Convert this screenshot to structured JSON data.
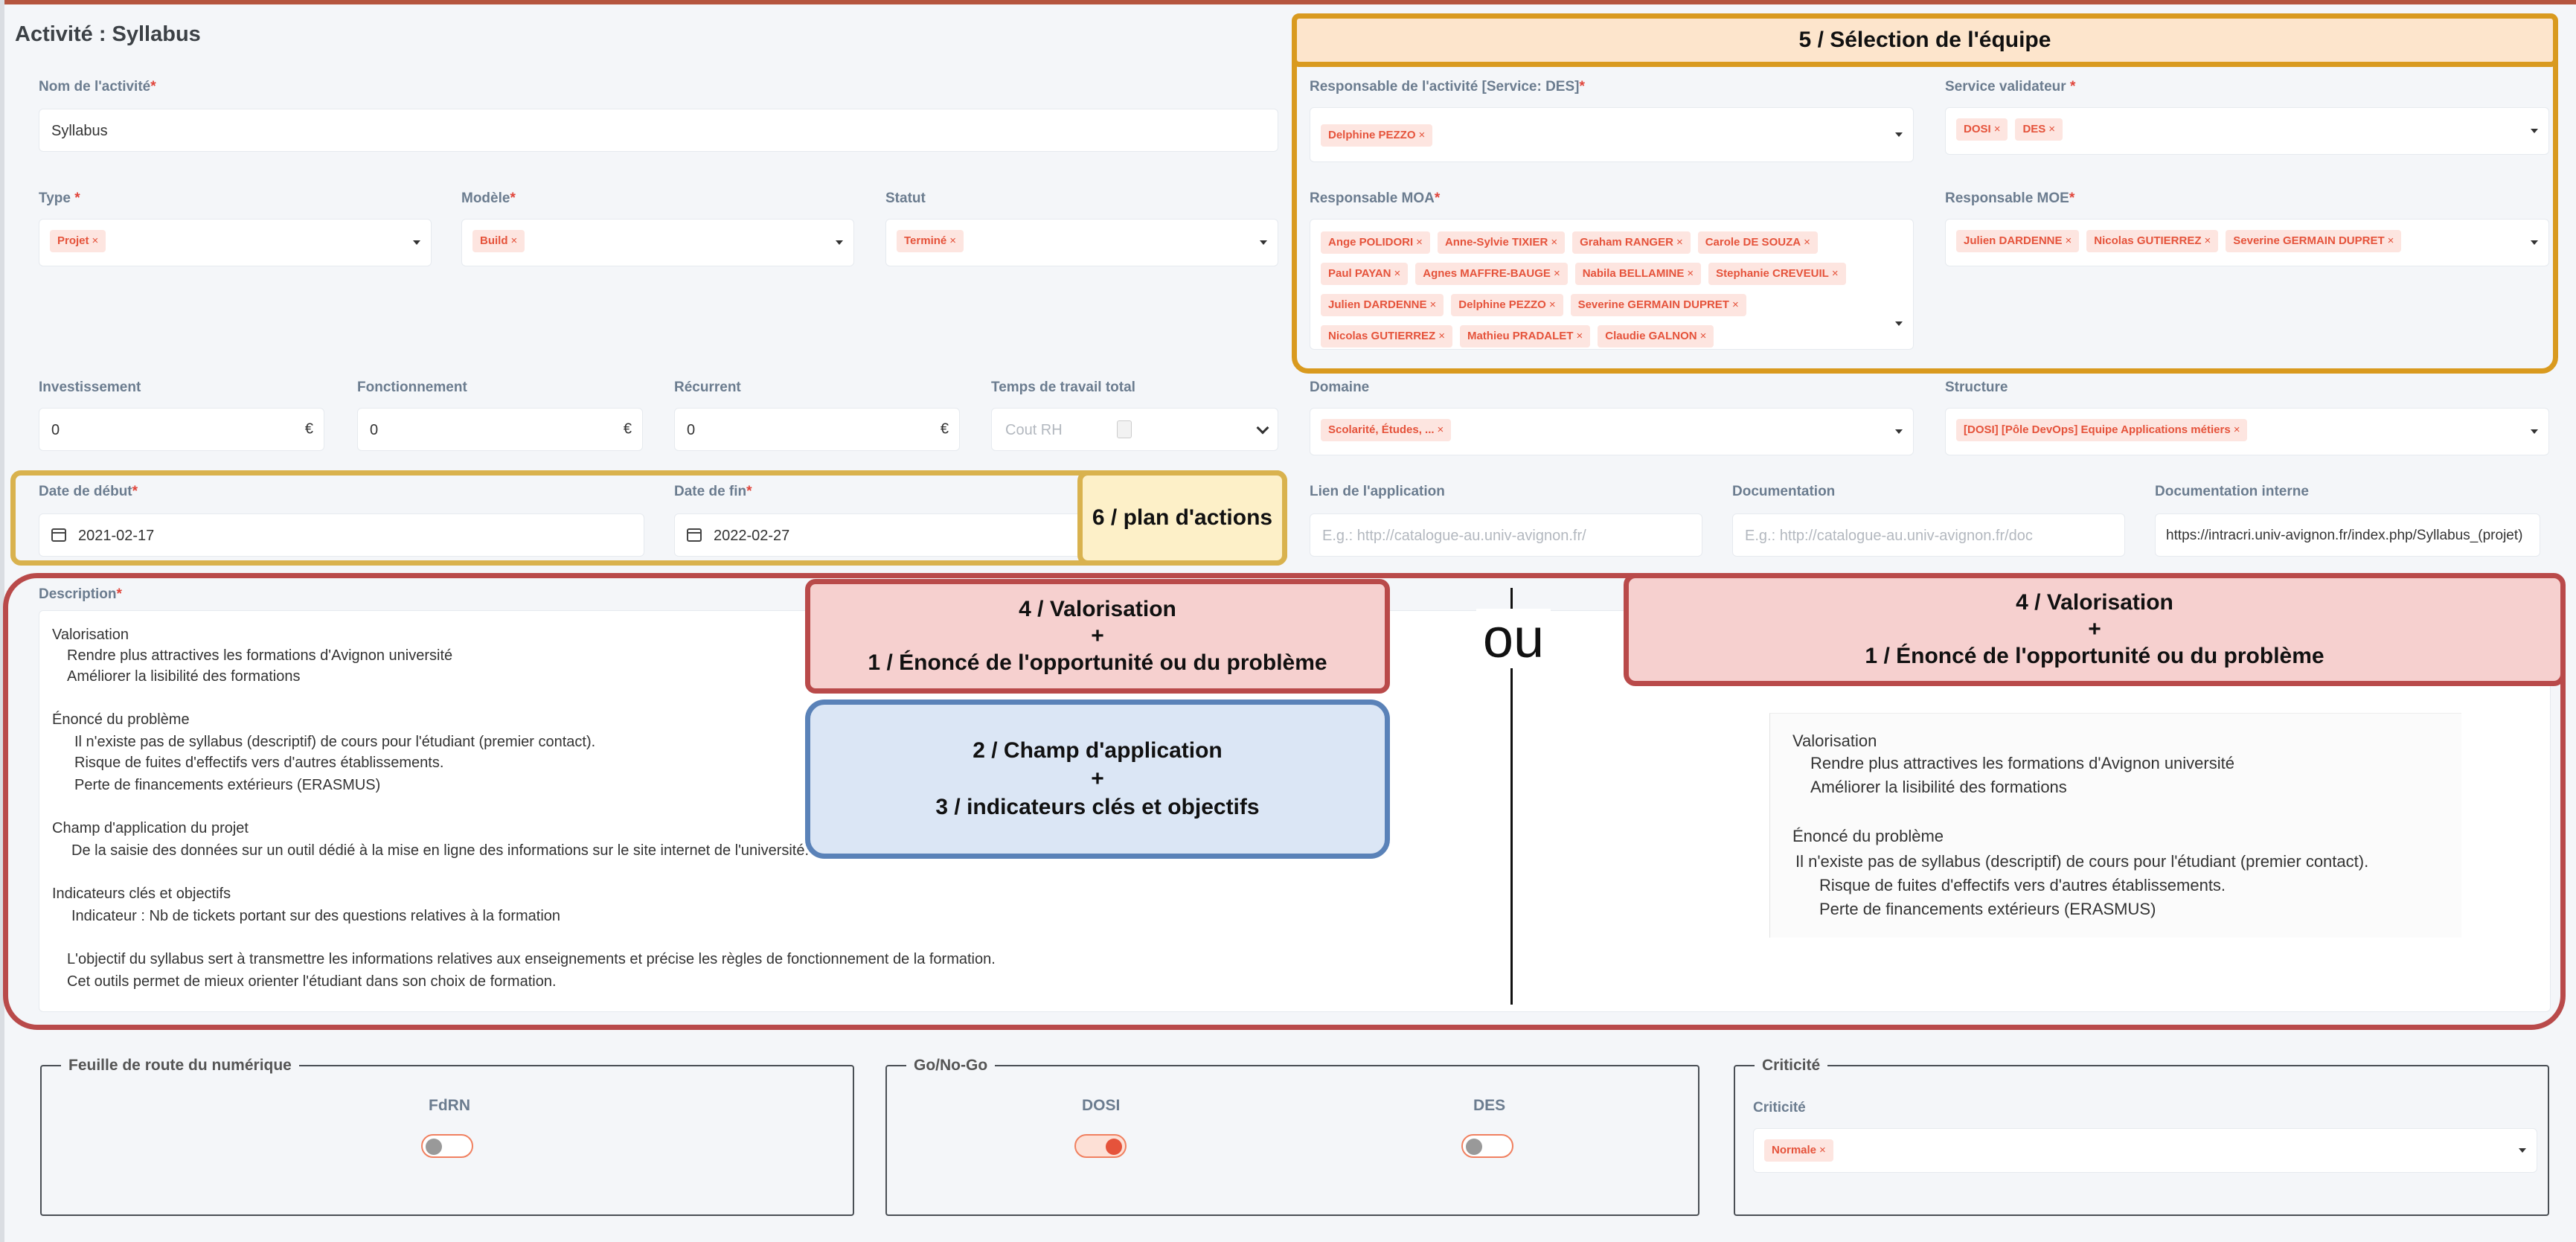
{
  "page": {
    "title": "Activité : Syllabus"
  },
  "fields": {
    "nom": {
      "label": "Nom de l'activité",
      "value": "Syllabus"
    },
    "type": {
      "label": "Type",
      "chips": [
        "Projet"
      ]
    },
    "modele": {
      "label": "Modèle",
      "chips": [
        "Build"
      ]
    },
    "statut": {
      "label": "Statut",
      "chips": [
        "Terminé"
      ]
    },
    "resp_activite": {
      "label": "Responsable de l'activité [Service: DES]",
      "chips": [
        "Delphine PEZZO"
      ]
    },
    "service_validateur": {
      "label": "Service validateur ",
      "chips": [
        "DOSI",
        "DES"
      ]
    },
    "resp_moa": {
      "label": "Responsable MOA",
      "chips": [
        "Ange POLIDORI",
        "Anne-Sylvie TIXIER",
        "Graham RANGER",
        "Carole DE SOUZA",
        "Paul PAYAN",
        "Agnes MAFFRE-BAUGE",
        "Nabila BELLAMINE",
        "Stephanie CREVEUIL",
        "Julien DARDENNE",
        "Delphine PEZZO",
        "Severine GERMAIN DUPRET",
        "Nicolas GUTIERREZ",
        "Mathieu PRADALET",
        "Claudie GALNON"
      ]
    },
    "resp_moe": {
      "label": "Responsable MOE",
      "chips": [
        "Julien DARDENNE",
        "Nicolas GUTIERREZ",
        "Severine GERMAIN DUPRET"
      ]
    },
    "investissement": {
      "label": "Investissement",
      "value": "0",
      "unit": "€"
    },
    "fonctionnement": {
      "label": "Fonctionnement",
      "value": "0",
      "unit": "€"
    },
    "recurrent": {
      "label": "Récurrent",
      "value": "0",
      "unit": "€"
    },
    "temps": {
      "label": "Temps de travail total",
      "placeholder": "Cout RH"
    },
    "domaine": {
      "label": "Domaine",
      "chips": [
        "Scolarité, Études, ..."
      ]
    },
    "structure": {
      "label": "Structure",
      "chips": [
        "[DOSI] [Pôle DevOps] Equipe Applications métiers"
      ]
    },
    "date_debut": {
      "label": "Date de début",
      "value": "2021-02-17"
    },
    "date_fin": {
      "label": "Date de fin",
      "value": "2022-02-27"
    },
    "lien": {
      "label": "Lien de l'application",
      "placeholder": "E.g.: http://catalogue-au.univ-avignon.fr/"
    },
    "documentation": {
      "label": "Documentation",
      "placeholder": "E.g.: http://catalogue-au.univ-avignon.fr/doc"
    },
    "doc_interne": {
      "label": "Documentation interne",
      "value": "https://intracri.univ-avignon.fr/index.php/Syllabus_(projet)"
    }
  },
  "description": {
    "label": "Description",
    "lines": [
      "Valorisation",
      "Rendre plus attractives les formations d'Avignon université",
      "Améliorer la lisibilité des formations",
      "Énoncé du problème",
      "Il n'existe pas de syllabus (descriptif) de cours pour l'étudiant (premier contact).",
      "Risque de fuites d'effectifs vers d'autres établissements.",
      "Perte de financements extérieurs (ERASMUS)",
      "Champ d'application du projet",
      "De la saisie des données sur un outil dédié à la mise en ligne des informations sur le site internet de l'université.",
      "Indicateurs clés et objectifs",
      "Indicateur : Nb de tickets portant sur des questions relatives à la formation",
      "L'objectif du syllabus sert à transmettre les informations relatives aux enseignements et précise les règles de fonctionnement de la formation.",
      "Cet outils permet de mieux orienter l'étudiant dans son choix de formation."
    ],
    "preview_lines": [
      "Valorisation",
      "Rendre plus attractives les formations d'Avignon université",
      "Améliorer la lisibilité des formations",
      "Énoncé du problème",
      "Il n'existe pas de syllabus (descriptif) de cours pour l'étudiant (premier contact).",
      "Risque de fuites d'effectifs vers d'autres établissements.",
      "Perte de financements extérieurs (ERASMUS)"
    ]
  },
  "annotations": {
    "equipe": "5 / Sélection de l'équipe",
    "plan": "6 / plan d'actions",
    "valo_left": [
      "4 / Valorisation",
      "+",
      "1 / Énoncé de l'opportunité ou du problème"
    ],
    "champ": [
      "2 / Champ d'application",
      "+",
      "3 / indicateurs clés et objectifs"
    ],
    "ou": "ou",
    "valo_right": [
      "4 / Valorisation",
      "+",
      "1 / Énoncé de l'opportunité ou du problème"
    ]
  },
  "groups": {
    "feuille": {
      "legend": "Feuille de route du numérique",
      "toggle_label": "FdRN",
      "on": false
    },
    "gonogo": {
      "legend": "Go/No-Go",
      "dosi_label": "DOSI",
      "dosi_on": true,
      "des_label": "DES",
      "des_on": false
    },
    "criticite": {
      "legend": "Criticité",
      "label": "Criticité",
      "chips": [
        "Normale"
      ]
    }
  },
  "colors": {
    "chip_bg": "#fde5e0",
    "chip_text": "#e5533b",
    "accent": "#e5533b",
    "annotation_orange": "#d99a1f",
    "annotation_red": "#b94a4a",
    "annotation_blue": "#5a82b8"
  }
}
